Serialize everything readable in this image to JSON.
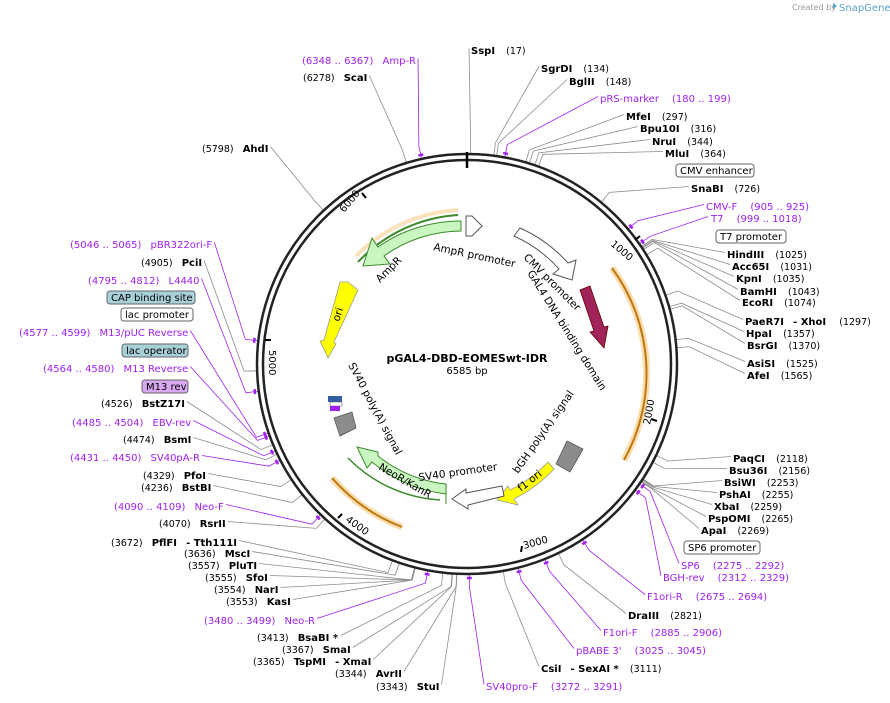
{
  "credit": {
    "created_by": "Created by",
    "brand": "SnapGene"
  },
  "plasmid": {
    "name": "pGAL4-DBD-EOMESwt-IDR",
    "length": "6585 bp",
    "total_bp": 6585
  },
  "ticks": [
    "1000",
    "2000",
    "3000",
    "4000",
    "5000",
    "6000"
  ],
  "enzymes": [
    {
      "name": "SspI",
      "pos": "(17)",
      "bp": 17
    },
    {
      "name": "SgrDI",
      "pos": "(134)",
      "bp": 134
    },
    {
      "name": "BglII",
      "pos": "(148)",
      "bp": 148
    },
    {
      "name": "MfeI",
      "pos": "(297)",
      "bp": 297
    },
    {
      "name": "Bpu10I",
      "pos": "(316)",
      "bp": 316
    },
    {
      "name": "NruI",
      "pos": "(344)",
      "bp": 344
    },
    {
      "name": "MluI",
      "pos": "(364)",
      "bp": 364
    },
    {
      "name": "SnaBI",
      "pos": "(726)",
      "bp": 726
    },
    {
      "name": "HindIII",
      "pos": "(1025)",
      "bp": 1025
    },
    {
      "name": "Acc65I",
      "pos": "(1031)",
      "bp": 1031
    },
    {
      "name": "KpnI",
      "pos": "(1035)",
      "bp": 1035
    },
    {
      "name": "BamHI",
      "pos": "(1043)",
      "bp": 1043
    },
    {
      "name": "EcoRI",
      "pos": "(1074)",
      "bp": 1074
    },
    {
      "name": "PaeR7I",
      "pos": "(1297)",
      "bp": 1297,
      "alt": "- XhoI"
    },
    {
      "name": "HpaI",
      "pos": "(1357)",
      "bp": 1357
    },
    {
      "name": "BsrGI",
      "pos": "(1370)",
      "bp": 1370
    },
    {
      "name": "AsiSI",
      "pos": "(1525)",
      "bp": 1525
    },
    {
      "name": "AfeI",
      "pos": "(1565)",
      "bp": 1565
    },
    {
      "name": "PaqCI",
      "pos": "(2118)",
      "bp": 2118
    },
    {
      "name": "Bsu36I",
      "pos": "(2156)",
      "bp": 2156
    },
    {
      "name": "BsiWI",
      "pos": "(2253)",
      "bp": 2253
    },
    {
      "name": "PshAI",
      "pos": "(2255)",
      "bp": 2255
    },
    {
      "name": "XbaI",
      "pos": "(2259)",
      "bp": 2259
    },
    {
      "name": "PspOMI",
      "pos": "(2265)",
      "bp": 2265
    },
    {
      "name": "ApaI",
      "pos": "(2269)",
      "bp": 2269
    },
    {
      "name": "DraIII",
      "pos": "(2821)",
      "bp": 2821
    },
    {
      "name": "CsiI",
      "pos": "(3111)",
      "bp": 3111,
      "alt": "- SexAI *"
    },
    {
      "name": "StuI",
      "pos": "(3343)",
      "bp": 3343
    },
    {
      "name": "AvrII",
      "pos": "(3344)",
      "bp": 3344
    },
    {
      "name": "TspMI",
      "pos": "(3365)",
      "bp": 3365,
      "alt": "- XmaI"
    },
    {
      "name": "SmaI",
      "pos": "(3367)",
      "bp": 3367
    },
    {
      "name": "BsaBI *",
      "pos": "(3413)",
      "bp": 3413
    },
    {
      "name": "KasI",
      "pos": "(3553)",
      "bp": 3553
    },
    {
      "name": "NarI",
      "pos": "(3554)",
      "bp": 3554
    },
    {
      "name": "SfoI",
      "pos": "(3555)",
      "bp": 3555
    },
    {
      "name": "PluTI",
      "pos": "(3557)",
      "bp": 3557
    },
    {
      "name": "MscI",
      "pos": "(3636)",
      "bp": 3636
    },
    {
      "name": "PflFI",
      "pos": "(3672)",
      "bp": 3672,
      "alt": "- Tth111I"
    },
    {
      "name": "RsrII",
      "pos": "(4070)",
      "bp": 4070
    },
    {
      "name": "BstBI",
      "pos": "(4236)",
      "bp": 4236
    },
    {
      "name": "PfoI",
      "pos": "(4329)",
      "bp": 4329
    },
    {
      "name": "BsmI",
      "pos": "(4474)",
      "bp": 4474
    },
    {
      "name": "BstZ17I",
      "pos": "(4526)",
      "bp": 4526
    },
    {
      "name": "PciI",
      "pos": "(4905)",
      "bp": 4905
    },
    {
      "name": "AhdI",
      "pos": "(5798)",
      "bp": 5798
    },
    {
      "name": "ScaI",
      "pos": "(6278)",
      "bp": 6278
    }
  ],
  "primers": [
    {
      "name": "Amp-R",
      "range": "(6348 .. 6367)",
      "bp": 6357
    },
    {
      "name": "pRS-marker",
      "range": "(180 .. 199)",
      "bp": 190
    },
    {
      "name": "CMV-F",
      "range": "(905 .. 925)",
      "bp": 915
    },
    {
      "name": "T7",
      "range": "(999 .. 1018)",
      "bp": 1008
    },
    {
      "name": "SP6",
      "range": "(2275 .. 2292)",
      "bp": 2283
    },
    {
      "name": "BGH-rev",
      "range": "(2312 .. 2329)",
      "bp": 2320
    },
    {
      "name": "F1ori-R",
      "range": "(2675 .. 2694)",
      "bp": 2684
    },
    {
      "name": "F1ori-F",
      "range": "(2885 .. 2906)",
      "bp": 2895
    },
    {
      "name": "pBABE 3'",
      "range": "(3025 .. 3045)",
      "bp": 3035
    },
    {
      "name": "SV40pro-F",
      "range": "(3272 .. 3291)",
      "bp": 3281
    },
    {
      "name": "Neo-R",
      "range": "(3480 .. 3499)",
      "bp": 3489
    },
    {
      "name": "Neo-F",
      "range": "(4090 .. 4109)",
      "bp": 4099
    },
    {
      "name": "SV40pA-R",
      "range": "(4431 .. 4450)",
      "bp": 4440
    },
    {
      "name": "EBV-rev",
      "range": "(4485 .. 4504)",
      "bp": 4494
    },
    {
      "name": "M13 Reverse",
      "range": "(4564 .. 4580)",
      "bp": 4572
    },
    {
      "name": "M13/pUC Reverse",
      "range": "(4577 .. 4599)",
      "bp": 4588
    },
    {
      "name": "L4440",
      "range": "(4795 .. 4812)",
      "bp": 4803
    },
    {
      "name": "pBR322ori-F",
      "range": "(5046 .. 5065)",
      "bp": 5055
    }
  ],
  "boxed_labels": [
    {
      "name": "CMV enhancer"
    },
    {
      "name": "T7 promoter"
    },
    {
      "name": "SP6 promoter"
    },
    {
      "name": "CAP binding site"
    },
    {
      "name": "lac promoter"
    },
    {
      "name": "lac operator"
    },
    {
      "name": "M13 rev"
    }
  ],
  "features": [
    {
      "name": "AmpR promoter"
    },
    {
      "name": "AmpR"
    },
    {
      "name": "ori"
    },
    {
      "name": "CMV promoter"
    },
    {
      "name": "GAL4 DNA binding domain"
    },
    {
      "name": "bGH poly(A) signal"
    },
    {
      "name": "f1 ori"
    },
    {
      "name": "SV40 promoter"
    },
    {
      "name": "NeoR/KanR"
    },
    {
      "name": "SV40 poly(A) signal"
    }
  ],
  "colors": {
    "backbone": "#222222",
    "enzyme_line": "#8c8c8c",
    "primer": "#a020f0",
    "ampr_fill": "#c8f5c0",
    "ampr_stroke": "#3a8a2a",
    "ori_fill": "#ffff00",
    "promoter_fill": "#ffffff",
    "gal4_fill": "#a0245a",
    "polyA_fill": "#8c8c8c",
    "orange_band": "#f0a020",
    "cap_box": "#a8d0d8",
    "m13rev_box": "#d8a8f0"
  }
}
